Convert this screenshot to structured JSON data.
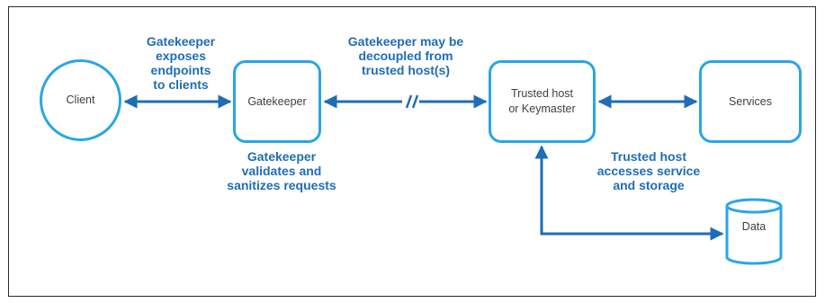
{
  "nodes": {
    "client": "Client",
    "gatekeeper": "Gatekeeper",
    "trusted_host": "Trusted host\nor Keymaster",
    "services": "Services",
    "data": "Data"
  },
  "captions": {
    "exposes": "Gatekeeper\nexposes\nendpoints\nto clients",
    "decoupled": "Gatekeeper may be\ndecoupled from\ntrusted host(s)",
    "validates": "Gatekeeper\nvalidates and\nsanitizes requests",
    "accesses": "Trusted host\naccesses service\nand storage"
  },
  "colors": {
    "node_border": "#29a6e6",
    "arrow": "#1f6db5",
    "caption": "#1f6db5",
    "frame": "#2b2b2b"
  }
}
